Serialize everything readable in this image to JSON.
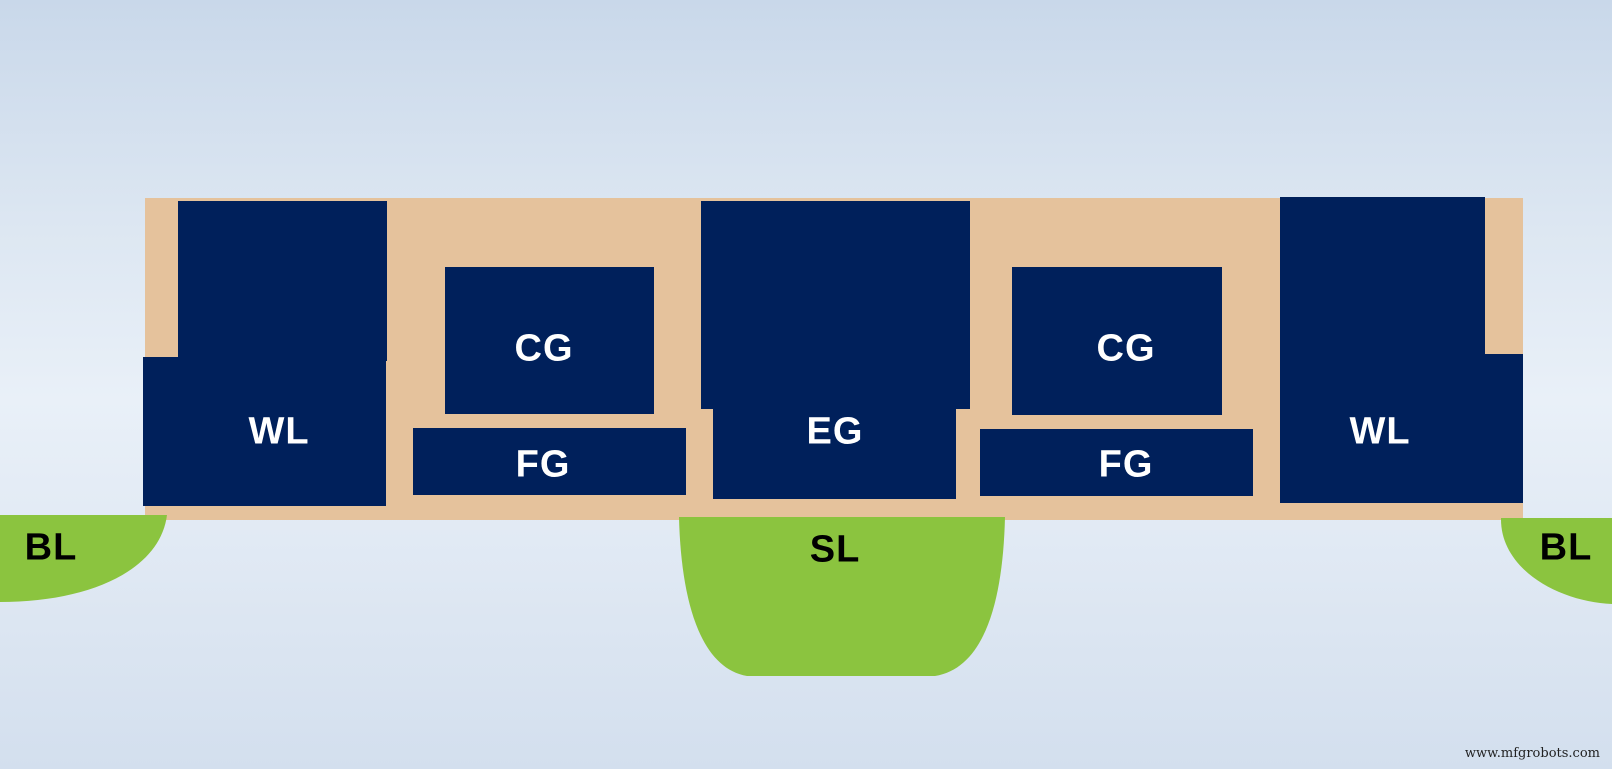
{
  "diagram": {
    "type": "cross-section",
    "colors": {
      "gate": "#00205b",
      "dielectric": "#e5c29c",
      "diffusion": "#8bc43f",
      "gate_label": "#ffffff",
      "diffusion_label": "#000000"
    },
    "labels": {
      "wl_left": "WL",
      "cg_left": "CG",
      "fg_left": "FG",
      "eg": "EG",
      "cg_right": "CG",
      "fg_right": "FG",
      "wl_right": "WL",
      "bl_left": "BL",
      "sl": "SL",
      "bl_right": "BL"
    }
  },
  "watermark": "www.mfgrobots.com"
}
